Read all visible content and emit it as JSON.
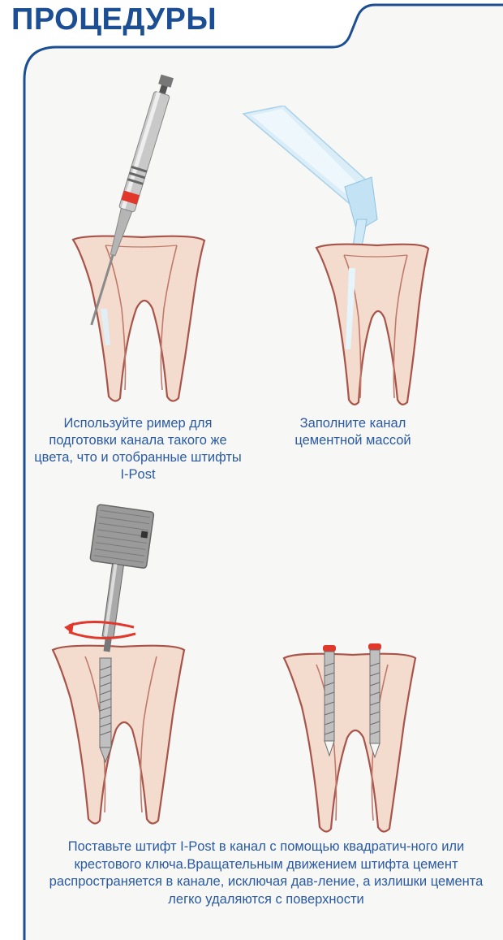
{
  "header": {
    "title": "ПРОЦЕДУРЫ"
  },
  "steps": [
    {
      "caption": "Используйте ример для подготовки канала такого же цвета,  что и отобранные штифты  I-Post"
    },
    {
      "caption": "Заполните канал цементной массой"
    },
    {
      "caption": "Поставьте штифт  I-Post в канал с помощью квадратич-ного или крестового ключа.Вращательным движением штифта цемент распространяется в канале, исключая дав-ление, а излишки цемента легко удаляются с поверхности"
    }
  ],
  "colors": {
    "brand_blue": "#1c4e94",
    "caption_blue": "#2a5aa4",
    "panel_bg": "#f7f7f5",
    "tooth_fill": "#f3dccd",
    "tooth_stroke": "#a8544a",
    "instrument_red": "#e2382c"
  },
  "icons": [
    "reamer-drill",
    "cement-syringe",
    "post-driver-key",
    "rotation-arrow",
    "post-in-canal"
  ]
}
